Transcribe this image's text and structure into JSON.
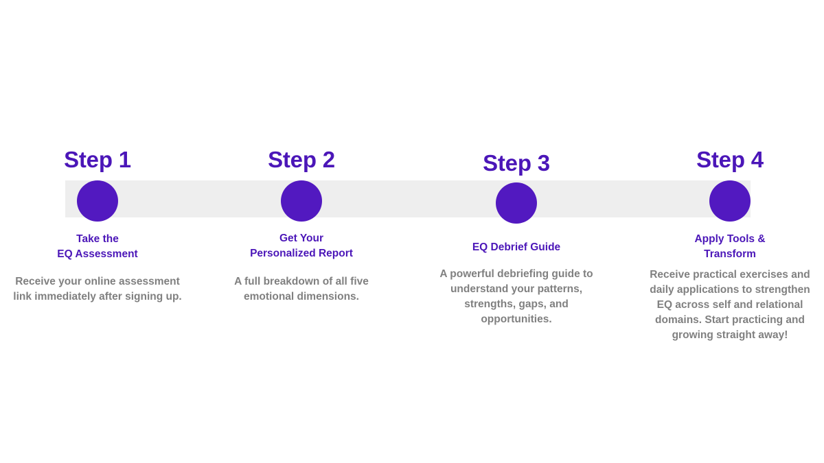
{
  "theme": {
    "background": "#ffffff",
    "accent_purple": "#5219c0",
    "heading_purple": "#4b16b8",
    "track_grey": "#eeeeee",
    "description_grey": "#808080"
  },
  "timeline": {
    "orientation": "horizontal",
    "track_label": "progress-track",
    "steps": [
      {
        "heading": "Step 1",
        "title": "Take the\nEQ Assessment",
        "title_lines": [
          "Take the",
          "EQ Assessment"
        ],
        "description": "Receive your online assessment link immediately after signing up.",
        "node_icon": "filled-circle-node"
      },
      {
        "heading": "Step 2",
        "title": "Get Your\nPersonalized Report",
        "title_lines": [
          "Get Your",
          "Personalized Report"
        ],
        "description": "A full breakdown of all five emotional dimensions.",
        "node_icon": "filled-circle-node"
      },
      {
        "heading": "Step 3",
        "title": "EQ Debrief Guide",
        "title_lines": [
          "EQ Debrief Guide"
        ],
        "description": "A powerful debriefing guide to understand your patterns, strengths, gaps, and opportunities.",
        "node_icon": "filled-circle-node"
      },
      {
        "heading": "Step 4",
        "title": "Apply Tools &\nTransform",
        "title_lines": [
          "Apply Tools &",
          "Transform"
        ],
        "description": "Receive practical exercises and daily applications to strengthen EQ across self and relational domains. Start practicing and growing straight away!",
        "node_icon": "filled-circle-node"
      }
    ]
  }
}
